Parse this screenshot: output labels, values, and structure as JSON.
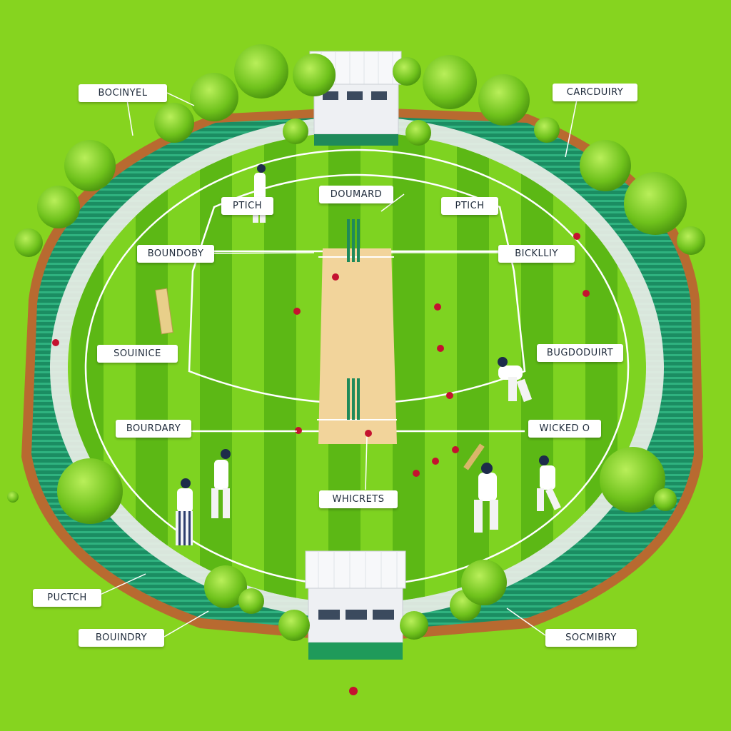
{
  "labels": {
    "top_left": "BOCINYEL",
    "top_right": "CARCDUIRY",
    "pitch_left": "PTICH",
    "doumard": "DOUMARD",
    "pitch_right": "PTICH",
    "boundory": "BOUNDOBY",
    "bicklliy": "BICKLLIY",
    "souince": "SOUINICE",
    "bugdoduirt": "BUGDODUIRT",
    "boundary_left": "BOURDARY",
    "wicked": "WICKED O",
    "wickets": "WHICRETS",
    "puctch": "PUCTCH",
    "boundry_bottom": "BOUINDRY",
    "socmibry": "SOCMIBRY"
  },
  "colors": {
    "field_light": "#7ed321",
    "field_dark": "#5cb815",
    "stand_seat": "#1f9a6a",
    "pitch_strip": "#f2d49b",
    "boundary_wall": "#c0763a",
    "pavilion": "#f1f3f5",
    "ball": "#c4122f"
  },
  "icons": [
    "tree-icon",
    "pavilion-icon",
    "stumps-icon",
    "ball-icon",
    "player-icon",
    "bat-icon"
  ]
}
